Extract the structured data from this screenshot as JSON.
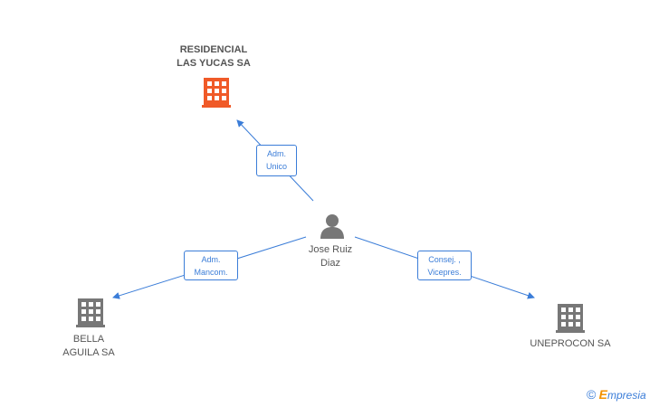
{
  "nodes": {
    "center_person": {
      "line1": "Jose Ruiz",
      "line2": "Diaz",
      "icon": "person-icon"
    },
    "top_company": {
      "line1": "RESIDENCIAL",
      "line2": "LAS YUCAS SA",
      "icon": "building-icon",
      "color": "#f05a28"
    },
    "left_company": {
      "line1": "BELLA",
      "line2": "AGUILA SA",
      "icon": "building-icon",
      "color": "#777777"
    },
    "right_company": {
      "line1": "UNEPROCON SA",
      "icon": "building-icon",
      "color": "#777777"
    }
  },
  "edges": {
    "top": {
      "line1": "Adm.",
      "line2": "Unico"
    },
    "left": {
      "line1": "Adm.",
      "line2": "Mancom."
    },
    "right": {
      "line1": "Consej. ,",
      "line2": "Vicepres."
    }
  },
  "colors": {
    "edge": "#3b7dd8",
    "highlight": "#f05a28",
    "neutral": "#777777"
  },
  "brand": {
    "copyright": "©",
    "initial": "E",
    "rest": "mpresia"
  }
}
